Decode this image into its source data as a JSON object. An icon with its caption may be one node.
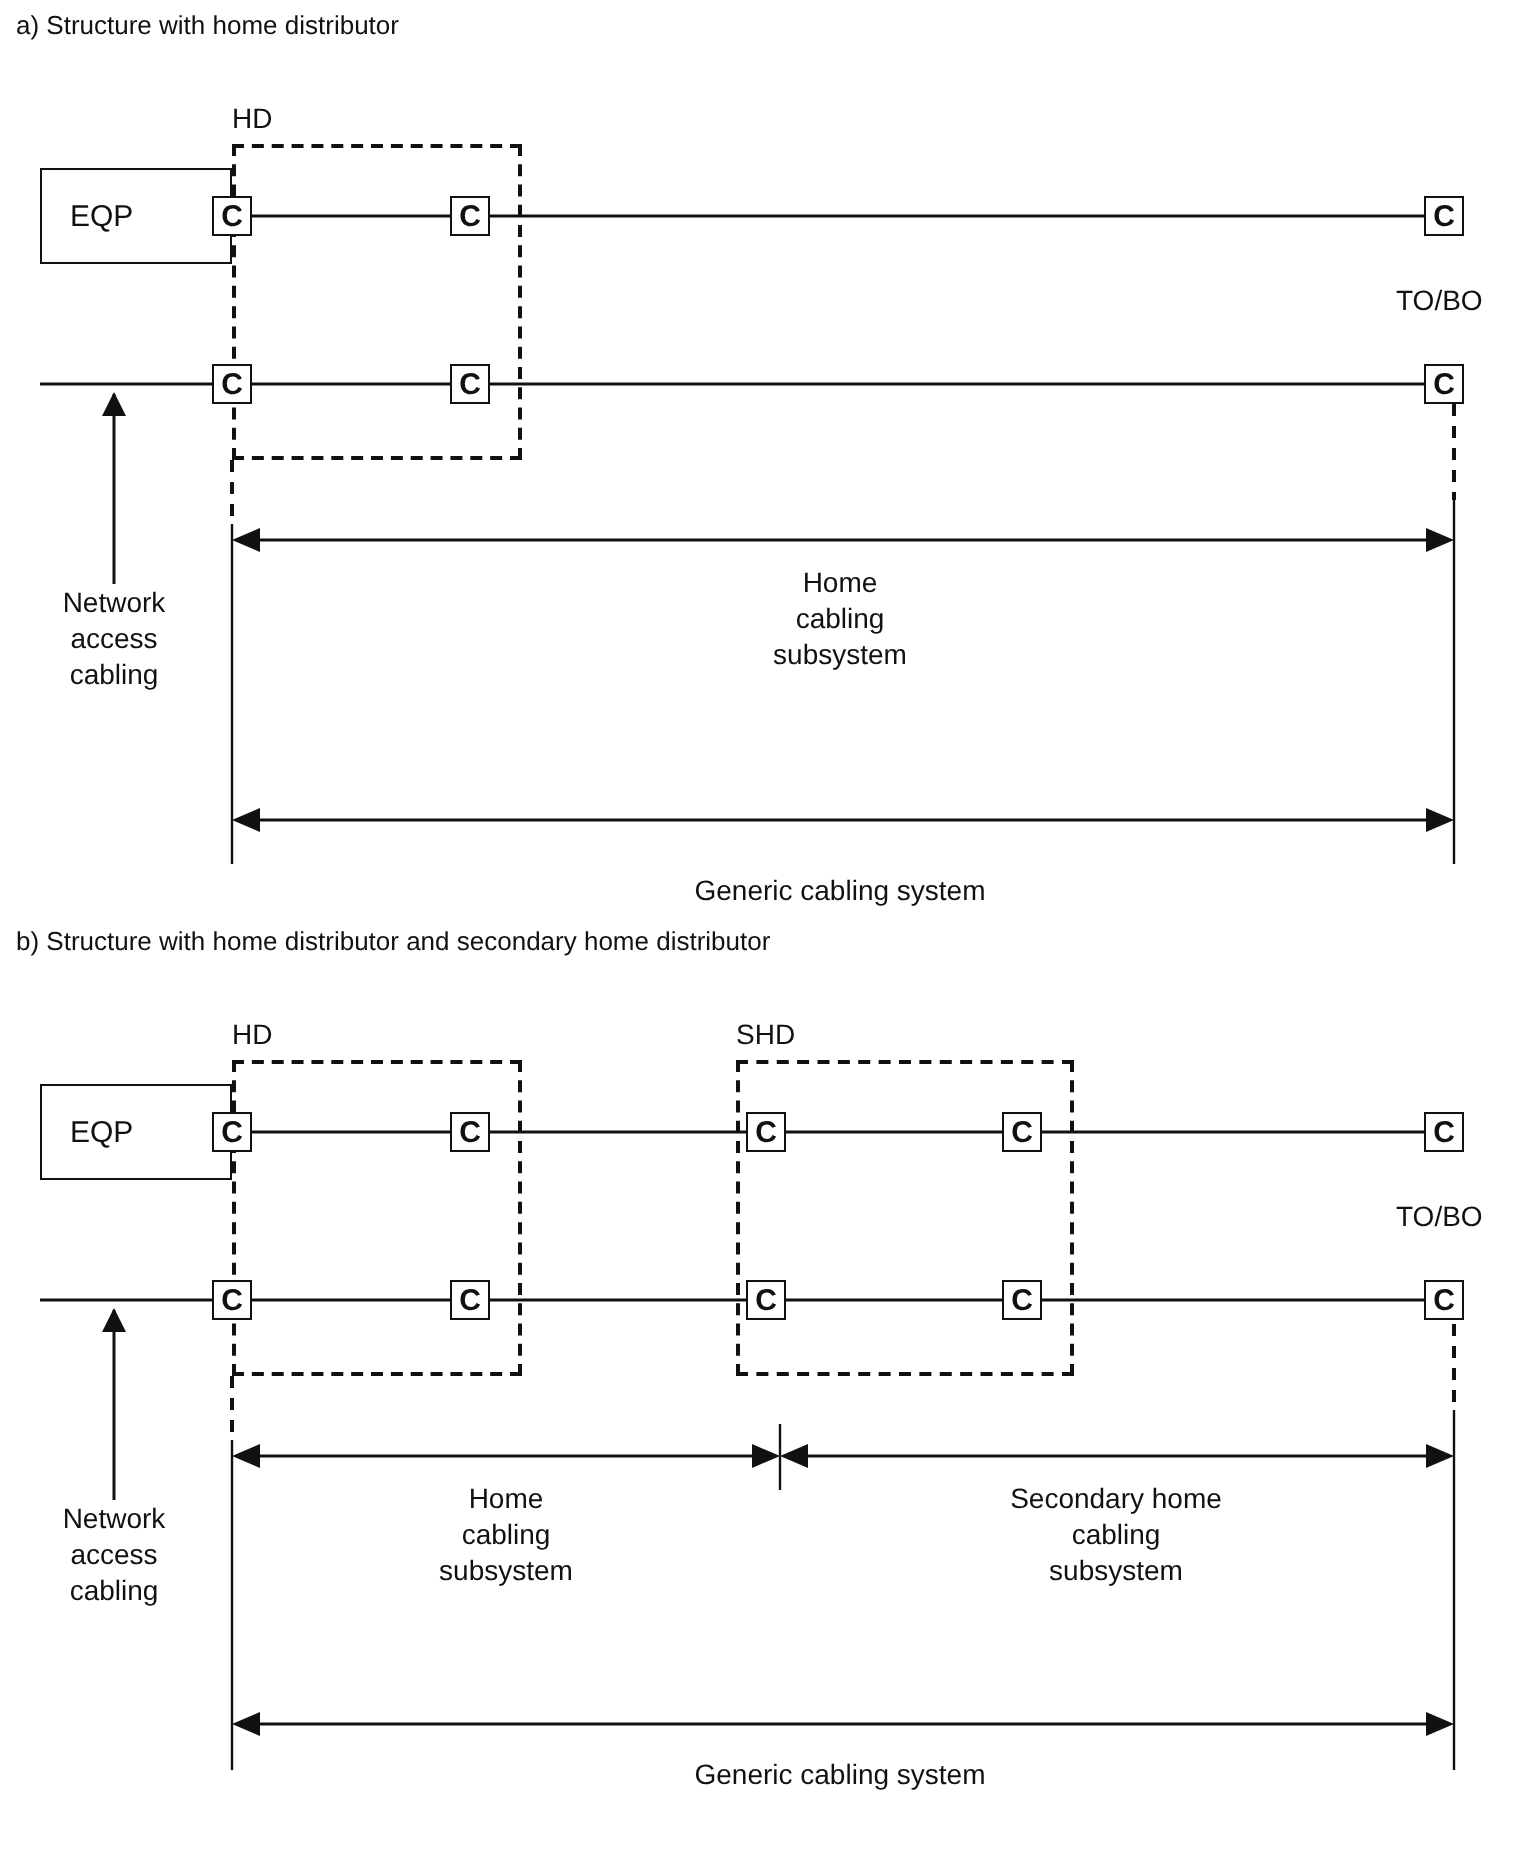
{
  "diagram": {
    "nodes": [
      {
        "text": [
          "HD"
        ]
      },
      {
        "text": [
          "EQP"
        ]
      },
      {
        "text": [
          "C"
        ],
        "in": 0
      },
      {
        "text": [
          "C"
        ],
        "in": 0
      },
      {
        "text": [
          "C"
        ]
      },
      {
        "text": [
          "C"
        ],
        "in": 0
      },
      {
        "text": [
          "C"
        ],
        "in": 0
      },
      {
        "text": [
          "C"
        ]
      },
      {
        "text": [
          "Network access cabling"
        ]
      },
      {
        "text": [
          "HD"
        ]
      },
      {
        "text": [
          "EQP"
        ]
      },
      {
        "text": [
          "C"
        ],
        "in": 9
      },
      {
        "text": [
          "C"
        ],
        "in": 9
      },
      {
        "text": [
          "SHD"
        ]
      },
      {
        "text": [
          "C"
        ],
        "in": 13
      },
      {
        "text": [
          "C"
        ],
        "in": 13
      },
      {
        "text": [
          "C"
        ]
      },
      {
        "text": [
          "C"
        ],
        "in": 9
      },
      {
        "text": [
          "C"
        ],
        "in": 9
      },
      {
        "text": [
          "C"
        ],
        "in": 13
      },
      {
        "text": [
          "C"
        ],
        "in": 13
      },
      {
        "text": [
          "C"
        ]
      },
      {
        "text": [
          "Network access cabling"
        ]
      }
    ],
    "edges": [
      {
        "from": 2,
        "to": 3,
        "arrow": "none"
      },
      {
        "from": 3,
        "to": 4,
        "arrow": "none"
      },
      {
        "from": null,
        "to": 5,
        "arrow": "none"
      },
      {
        "from": 5,
        "to": 6,
        "arrow": "none"
      },
      {
        "from": 6,
        "to": 7,
        "arrow": "none"
      },
      {
        "from": 8,
        "to": null,
        "arrow": "to"
      },
      {
        "from": 11,
        "to": 12,
        "arrow": "none"
      },
      {
        "from": 12,
        "to": 14,
        "arrow": "none"
      },
      {
        "from": 14,
        "to": 15,
        "arrow": "none"
      },
      {
        "from": 15,
        "to": 16,
        "arrow": "none"
      },
      {
        "from": null,
        "to": 17,
        "arrow": "none"
      },
      {
        "from": 17,
        "to": 18,
        "arrow": "none"
      },
      {
        "from": 18,
        "to": 19,
        "arrow": "none"
      },
      {
        "from": 19,
        "to": 20,
        "arrow": "none"
      },
      {
        "from": 20,
        "to": 21,
        "arrow": "none"
      },
      {
        "from": 22,
        "to": null,
        "arrow": "to"
      }
    ],
    "labels": [
      "a) Structure with home distributor",
      "TO/BO",
      "Home cabling subsystem",
      "Generic cabling system",
      "b) Structure with home distributor and secondary home distributor",
      "TO/BO",
      "Home cabling subsystem",
      "Secondary home cabling subsystem",
      "Generic cabling system"
    ]
  }
}
